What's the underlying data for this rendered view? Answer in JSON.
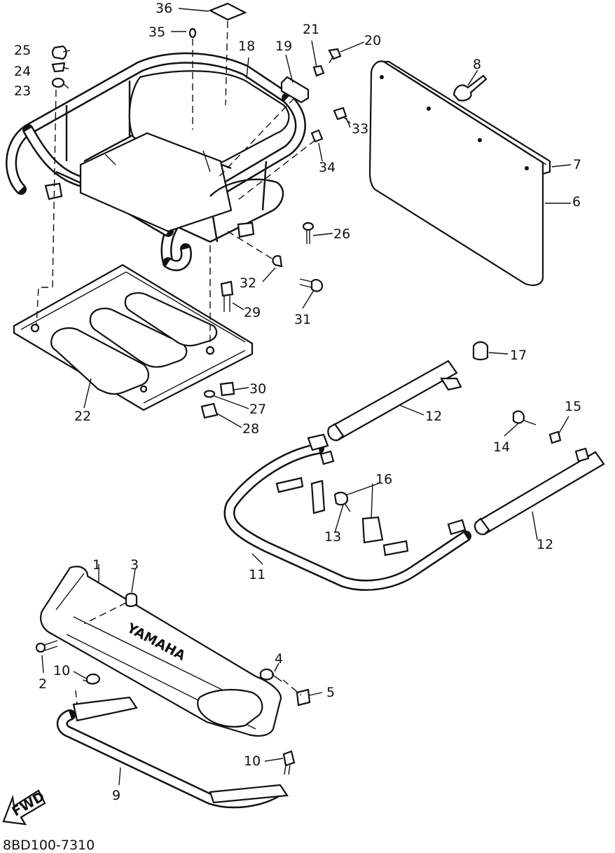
{
  "labels": {
    "p1": "1",
    "p2": "2",
    "p3": "3",
    "p4": "4",
    "p5": "5",
    "p6": "6",
    "p7": "7",
    "p8": "8",
    "p9": "9",
    "p10a": "10",
    "p10b": "10",
    "p11": "11",
    "p12a": "12",
    "p12b": "12",
    "p13": "13",
    "p14": "14",
    "p15": "15",
    "p16": "16",
    "p17": "17",
    "p18": "18",
    "p19": "19",
    "p20": "20",
    "p21": "21",
    "p22": "22",
    "p23": "23",
    "p24": "24",
    "p25": "25",
    "p26": "26",
    "p27": "27",
    "p28": "28",
    "p29": "29",
    "p30": "30",
    "p31": "31",
    "p32": "32",
    "p33": "33",
    "p34": "34",
    "p35": "35",
    "p36": "36"
  },
  "fwd_arrow": "FWD",
  "bumper_brand": "YAMAHA",
  "drawing_code": "8BD100-7310"
}
